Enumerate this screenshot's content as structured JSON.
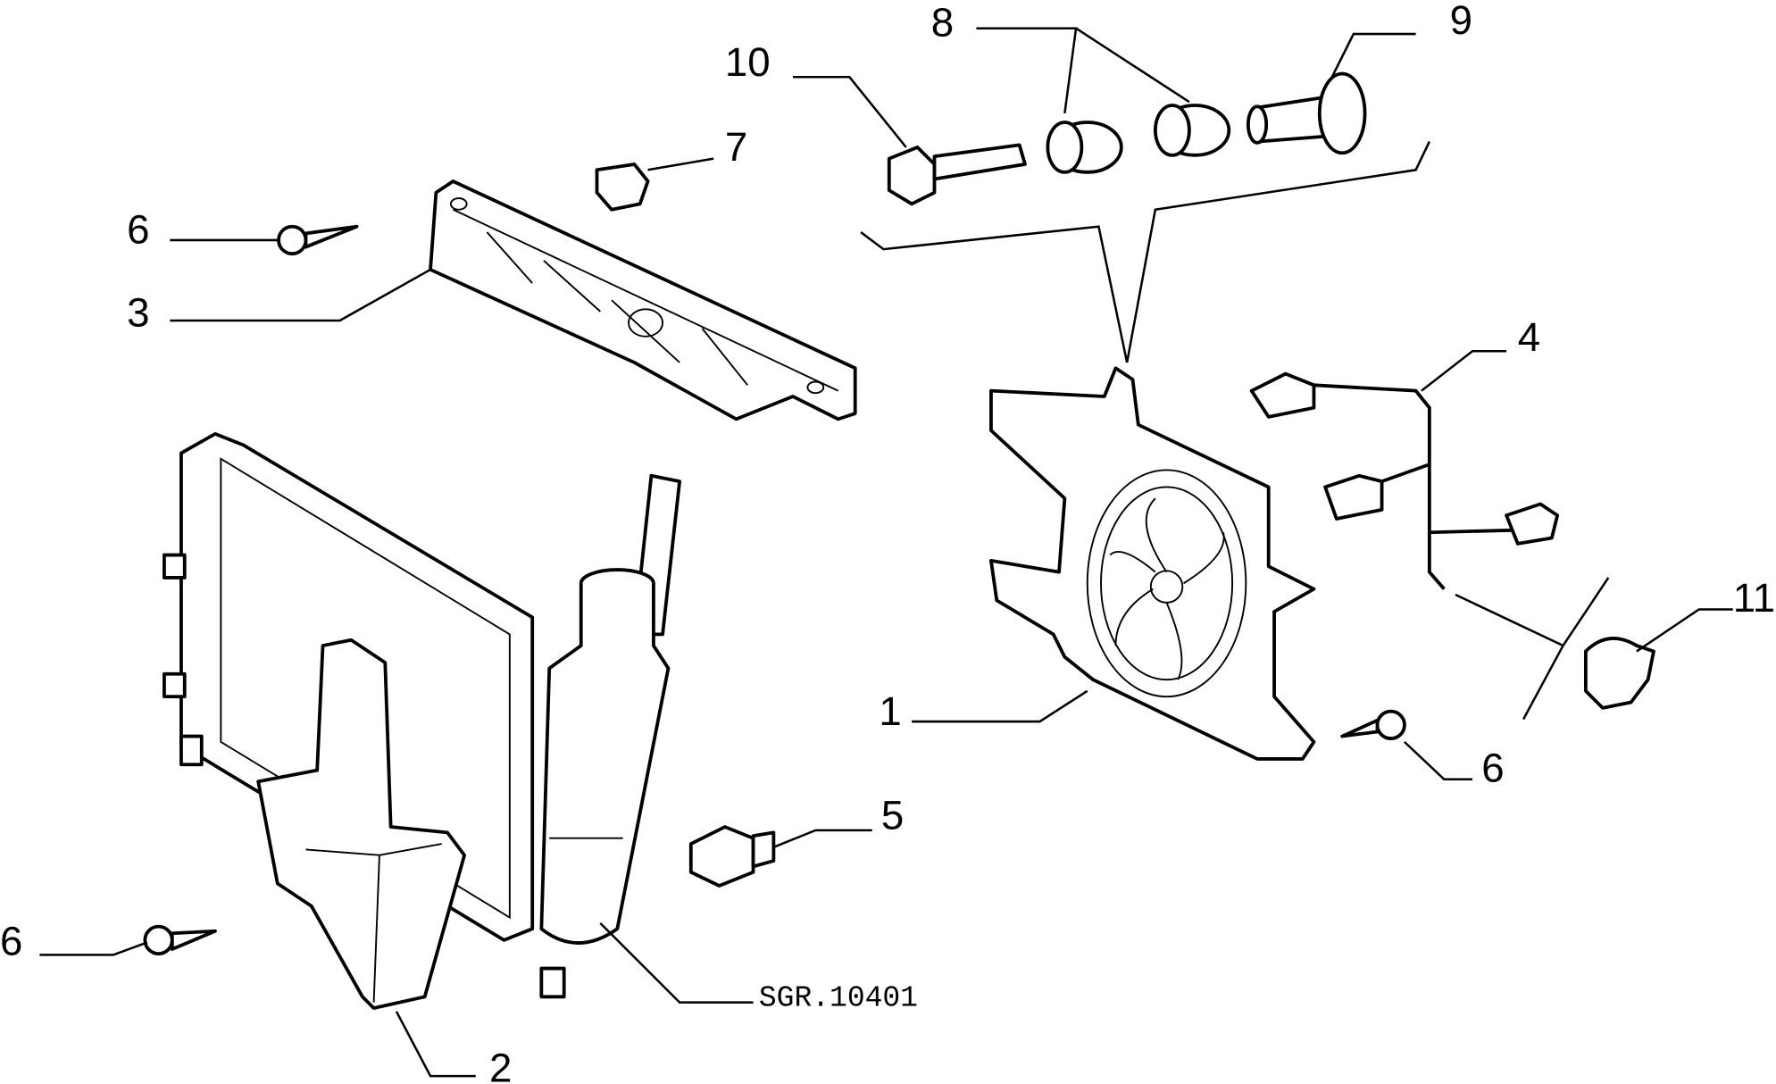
{
  "diagram": {
    "reference_code": "SGR.10401",
    "callouts": {
      "fan_assembly": "1",
      "air_deflector": "2",
      "upper_bracket": "3",
      "wiring_harness": "4",
      "thermal_switch": "5",
      "screw_upper_left": "6",
      "screw_right": "6",
      "screw_lower_left": "6",
      "clip": "7",
      "rubber_bushings": "8",
      "spacer": "9",
      "bolt": "10",
      "harness_clip": "11"
    }
  }
}
